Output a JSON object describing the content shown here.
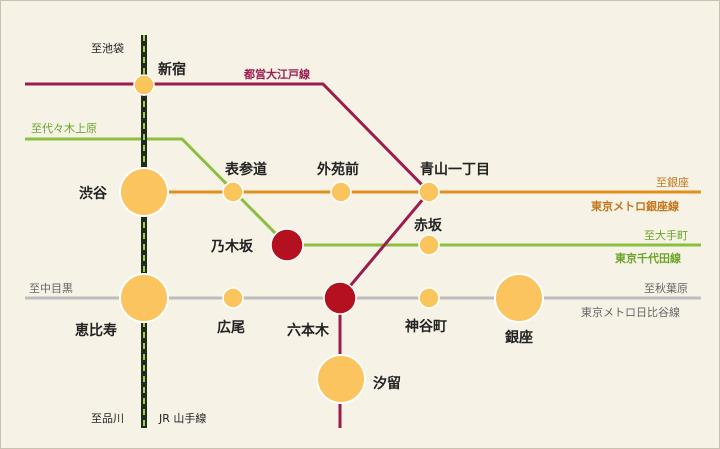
{
  "colors": {
    "background": "#f6f2e6",
    "oedo": "#9b1c4f",
    "chiyoda": "#8cbf3f",
    "ginza": "#e0901d",
    "hibiya": "#bdbdbd",
    "jr_yamanote": "#1f2a1f",
    "jr_dash": "#9bd23f",
    "station_small": "#f9c55c",
    "station_large": "#fbc45f",
    "station_red": "#b4101f",
    "ginza_label": "#c2771b",
    "chiyoda_label": "#6aa52a"
  },
  "stations": {
    "shinjuku": "新宿",
    "shibuya": "渋谷",
    "omotesando": "表参道",
    "gaienmae": "外苑前",
    "aoyama_itchome": "青山一丁目",
    "akasaka": "赤坂",
    "nogizaka": "乃木坂",
    "ebisu": "恵比寿",
    "hiroo": "広尾",
    "roppongi": "六本木",
    "kamiyacho": "神谷町",
    "ginza": "銀座",
    "shiodome": "汐留"
  },
  "directions": {
    "ikebukuro": "至池袋",
    "shinagawa": "至品川",
    "yoyogi_uehara": "至代々木上原",
    "ginza": "至銀座",
    "otemachi": "至大手町",
    "naka_meguro": "至中目黒",
    "akihabara": "至秋葉原"
  },
  "lines": {
    "oedo": "都営大江戸線",
    "ginza": "東京メトロ銀座線",
    "chiyoda": "東京千代田線",
    "hibiya": "東京メトロ日比谷線",
    "yamanote": "JR 山手線"
  }
}
